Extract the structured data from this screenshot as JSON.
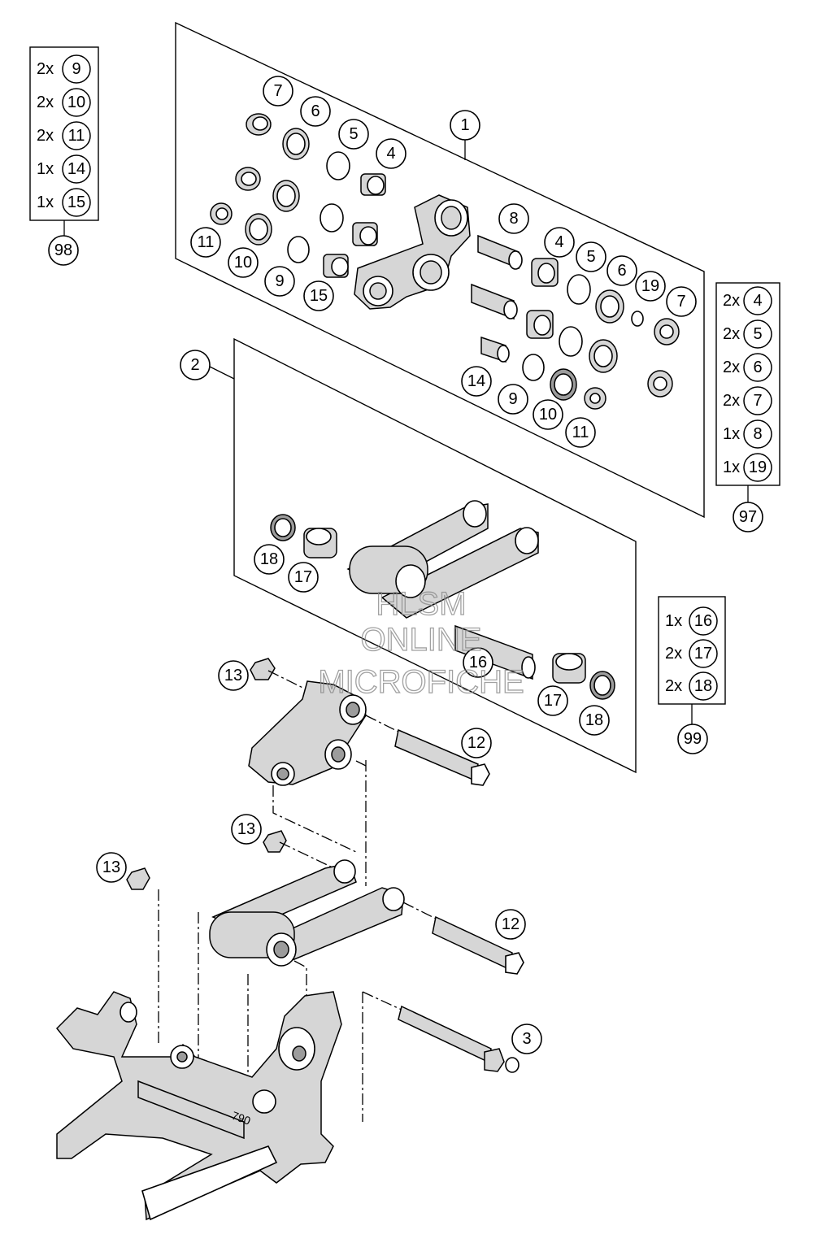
{
  "watermark": {
    "line1": "HLSM",
    "line2": "ONLINE",
    "line3": "MICROFICHE"
  },
  "callouts": {
    "panel1": "1",
    "panel2": "2",
    "pin3": "3",
    "p7a": "7",
    "p6a": "6",
    "p5a": "5",
    "p4a": "4",
    "p11a": "11",
    "p10a": "10",
    "p9a": "9",
    "p15": "15",
    "p8": "8",
    "p4b": "4",
    "p5b": "5",
    "p6b": "6",
    "p19": "19",
    "p7b": "7",
    "p14": "14",
    "p9b": "9",
    "p10b": "10",
    "p11b": "11",
    "p18a": "18",
    "p17a": "17",
    "p16": "16",
    "p17b": "17",
    "p18b": "18",
    "p13a": "13",
    "p12a": "12",
    "p13b": "13",
    "p13c": "13",
    "p12b": "12"
  },
  "kits": [
    {
      "id": "98",
      "rows": [
        {
          "qty": "2x",
          "part": "9"
        },
        {
          "qty": "2x",
          "part": "10"
        },
        {
          "qty": "2x",
          "part": "11"
        },
        {
          "qty": "1x",
          "part": "14"
        },
        {
          "qty": "1x",
          "part": "15"
        }
      ]
    },
    {
      "id": "97",
      "rows": [
        {
          "qty": "2x",
          "part": "4"
        },
        {
          "qty": "2x",
          "part": "5"
        },
        {
          "qty": "2x",
          "part": "6"
        },
        {
          "qty": "2x",
          "part": "7"
        },
        {
          "qty": "1x",
          "part": "8"
        },
        {
          "qty": "1x",
          "part": "19"
        }
      ]
    },
    {
      "id": "99",
      "rows": [
        {
          "qty": "1x",
          "part": "16"
        },
        {
          "qty": "2x",
          "part": "17"
        },
        {
          "qty": "2x",
          "part": "18"
        }
      ]
    }
  ],
  "engraving": "790"
}
